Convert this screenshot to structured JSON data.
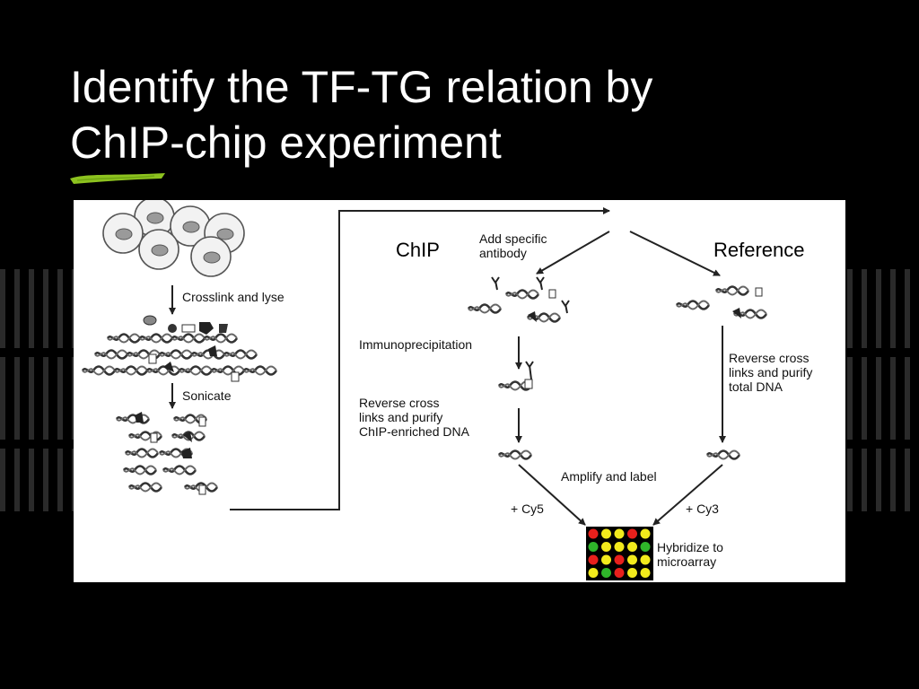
{
  "slide": {
    "title_line1": "Identify the TF-TG relation by",
    "title_line2": "ChIP-chip experiment"
  },
  "figure": {
    "crosslink_label": "Crosslink and lyse",
    "sonicate_label": "Sonicate",
    "chip_heading": "ChIP",
    "reference_heading": "Reference",
    "add_antibody_label": "Add specific\nantibody",
    "immunoprecipitation_label": "Immunoprecipitation",
    "reverse_chip_label": "Reverse cross\nlinks and purify\nChIP-enriched DNA",
    "reverse_total_label": "Reverse cross\nlinks and purify\ntotal DNA",
    "amplify_label": "Amplify and label",
    "cy5_label": "+ Cy5",
    "cy3_label": "+ Cy3",
    "hybridize_label": "Hybridize to\nmicroarray"
  },
  "colors": {
    "background": "#000000",
    "title_text": "#ffffff",
    "accent_green": "#8dc21f",
    "figure_bg": "#ffffff",
    "array_red": "#e8201c",
    "array_yellow": "#f2ea1c",
    "array_green": "#2fb52a"
  },
  "microarray": {
    "rows": [
      [
        "red",
        "yellow",
        "yellow",
        "red",
        "yellow"
      ],
      [
        "green",
        "yellow",
        "yellow",
        "yellow",
        "green"
      ],
      [
        "red",
        "yellow",
        "red",
        "yellow",
        "yellow"
      ],
      [
        "yellow",
        "green",
        "red",
        "yellow",
        "yellow"
      ]
    ]
  }
}
